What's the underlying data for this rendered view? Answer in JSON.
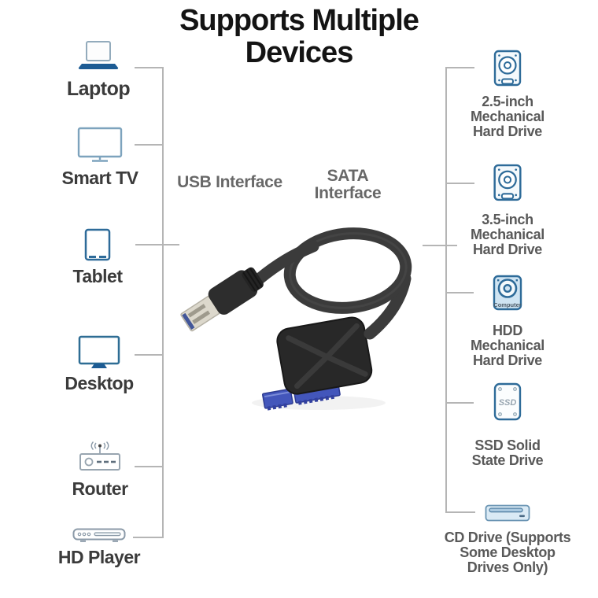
{
  "title": {
    "line1": "Supports Multiple",
    "line2": "Devices"
  },
  "center_labels": {
    "usb": "USB Interface",
    "sata_line1": "SATA",
    "sata_line2": "Interface"
  },
  "left_devices": [
    {
      "label": "Laptop"
    },
    {
      "label": "Smart TV"
    },
    {
      "label": "Tablet"
    },
    {
      "label": "Desktop"
    },
    {
      "label": "Router"
    },
    {
      "label": "HD Player"
    }
  ],
  "right_drives": [
    {
      "lines": [
        "2.5-inch",
        "Mechanical",
        "Hard Drive"
      ]
    },
    {
      "lines": [
        "3.5-inch",
        "Mechanical",
        "Hard Drive"
      ]
    },
    {
      "lines": [
        "HDD",
        "Mechanical",
        "Hard Drive"
      ]
    },
    {
      "lines": [
        "SSD Solid",
        "State Drive",
        ""
      ]
    },
    {
      "lines": [
        "CD Drive (Supports",
        "Some Desktop",
        "Drives Only)"
      ]
    }
  ],
  "icon_texts": {
    "hdd_label": "Computer",
    "ssd_label": "SSD"
  },
  "colors": {
    "icon_stroke": "#2e6b99",
    "icon_light": "#7da3bd",
    "accent_blue": "#1d5c94",
    "connector_blue": "#4356bb",
    "line_gray": "#b5b5b5",
    "cable_dark": "#3b3b3b"
  }
}
